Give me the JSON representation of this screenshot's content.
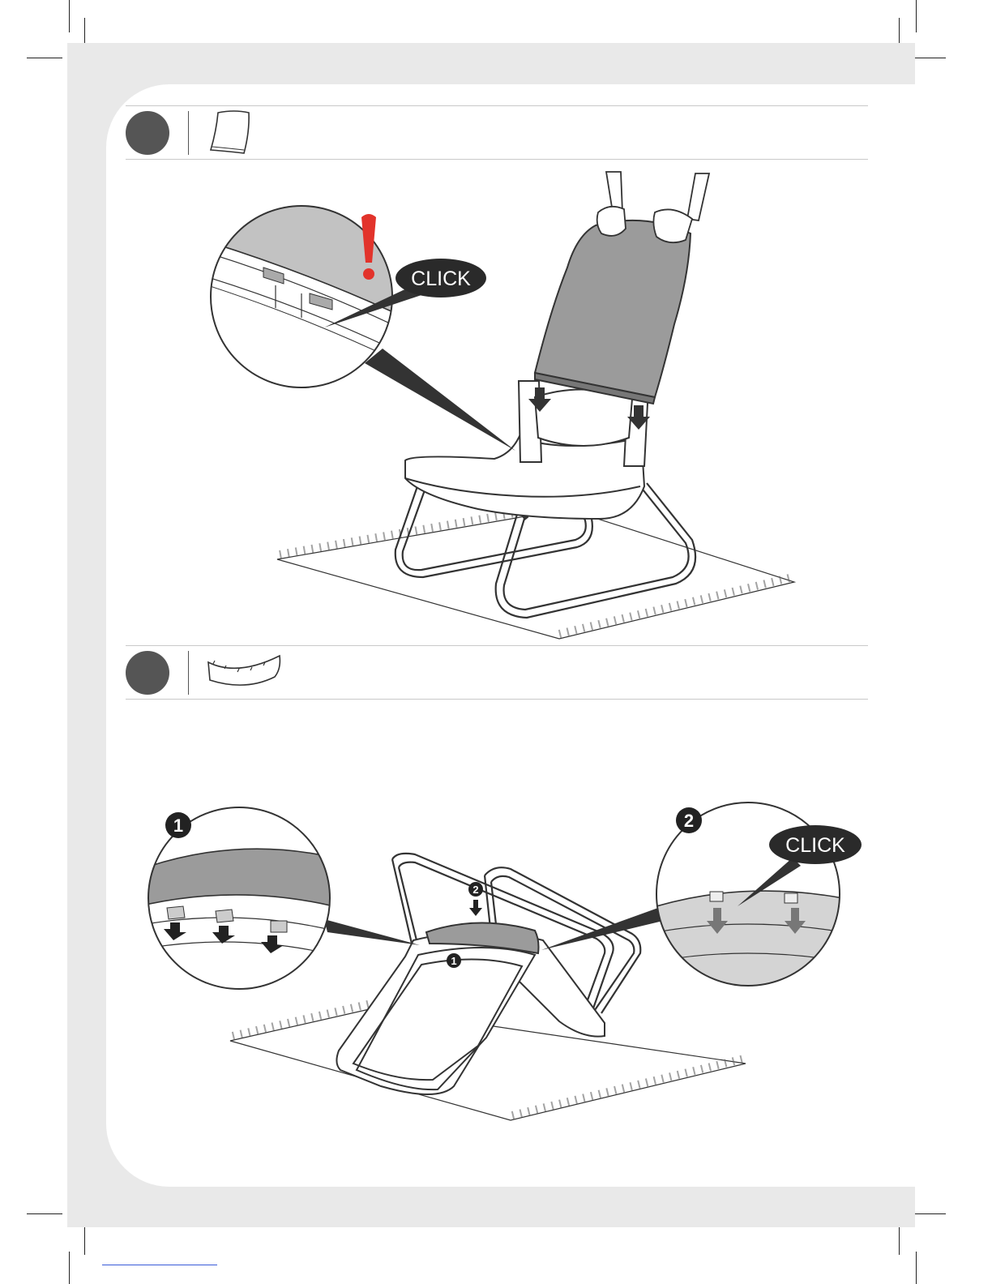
{
  "steps": [
    {
      "part_icon": "chair-backrest-part-icon",
      "callouts": [
        {
          "text": "CLICK"
        }
      ],
      "warning_icon": "exclamation-icon"
    },
    {
      "part_icon": "back-trim-part-icon",
      "callouts": [
        {
          "text": "CLICK"
        }
      ],
      "detail_badges": [
        {
          "text": "1"
        },
        {
          "text": "2"
        }
      ]
    }
  ],
  "colors": {
    "warning": "#e2332b",
    "badge": "#222222",
    "step_circle": "#555555"
  }
}
